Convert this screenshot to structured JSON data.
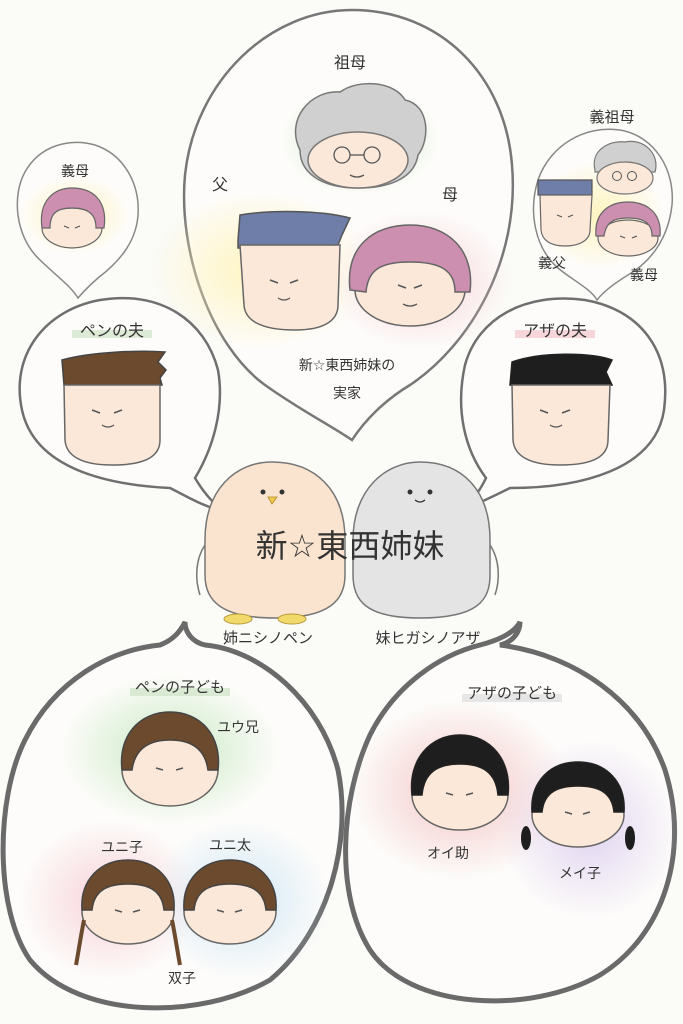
{
  "title": "新☆東西姉妹",
  "home": {
    "grandmother": "祖母",
    "father": "父",
    "mother": "母",
    "caption_line1": "新☆東西姉妹の",
    "caption_line2": "実家"
  },
  "pen_side": {
    "mother_in_law": "義母",
    "husband": "ペンの夫"
  },
  "aza_side": {
    "grandmother_in_law": "義祖母",
    "father_in_law": "義父",
    "mother_in_law": "義母",
    "husband": "アザの夫"
  },
  "sisters": {
    "elder": "姉ニシノペン",
    "younger": "妹ヒガシノアザ"
  },
  "pen_children": {
    "heading": "ペンの子ども",
    "eldest": "ユウ兄",
    "girl": "ユニ子",
    "boy": "ユニ太",
    "twins": "双子"
  },
  "aza_children": {
    "heading": "アザの子ども",
    "boy": "オイ助",
    "girl": "メイ子"
  },
  "colors": {
    "hair_brown": "#6b4a2e",
    "hair_black": "#1e1e1e",
    "hair_pink": "#cc8fb0",
    "hair_blue": "#6f7ea8",
    "hair_gray": "#c6c6c6",
    "skin": "#fce8d8",
    "penguin": "#fbe4cf",
    "seal": "#e4e4e4",
    "outline": "#6e6e6e"
  }
}
